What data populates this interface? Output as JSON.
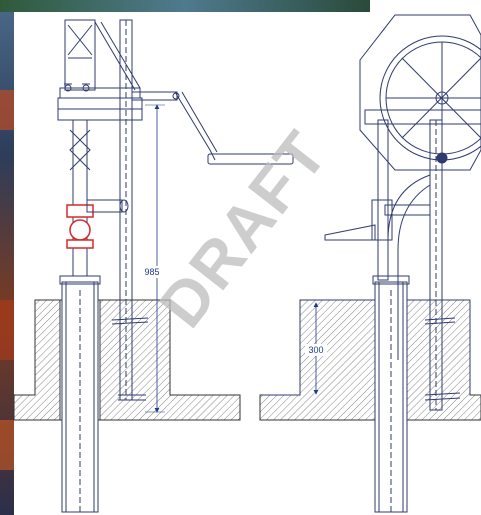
{
  "drawing": {
    "watermark": "DRAFT",
    "dimensions": {
      "pump_height": "985",
      "foundation_depth": "300"
    }
  },
  "colors": {
    "line": "#2f3b6e",
    "dimension": "#1e3a8a",
    "hatch": "#555555",
    "highlight": "#d62828",
    "background_photo": "#3a4a6b"
  }
}
